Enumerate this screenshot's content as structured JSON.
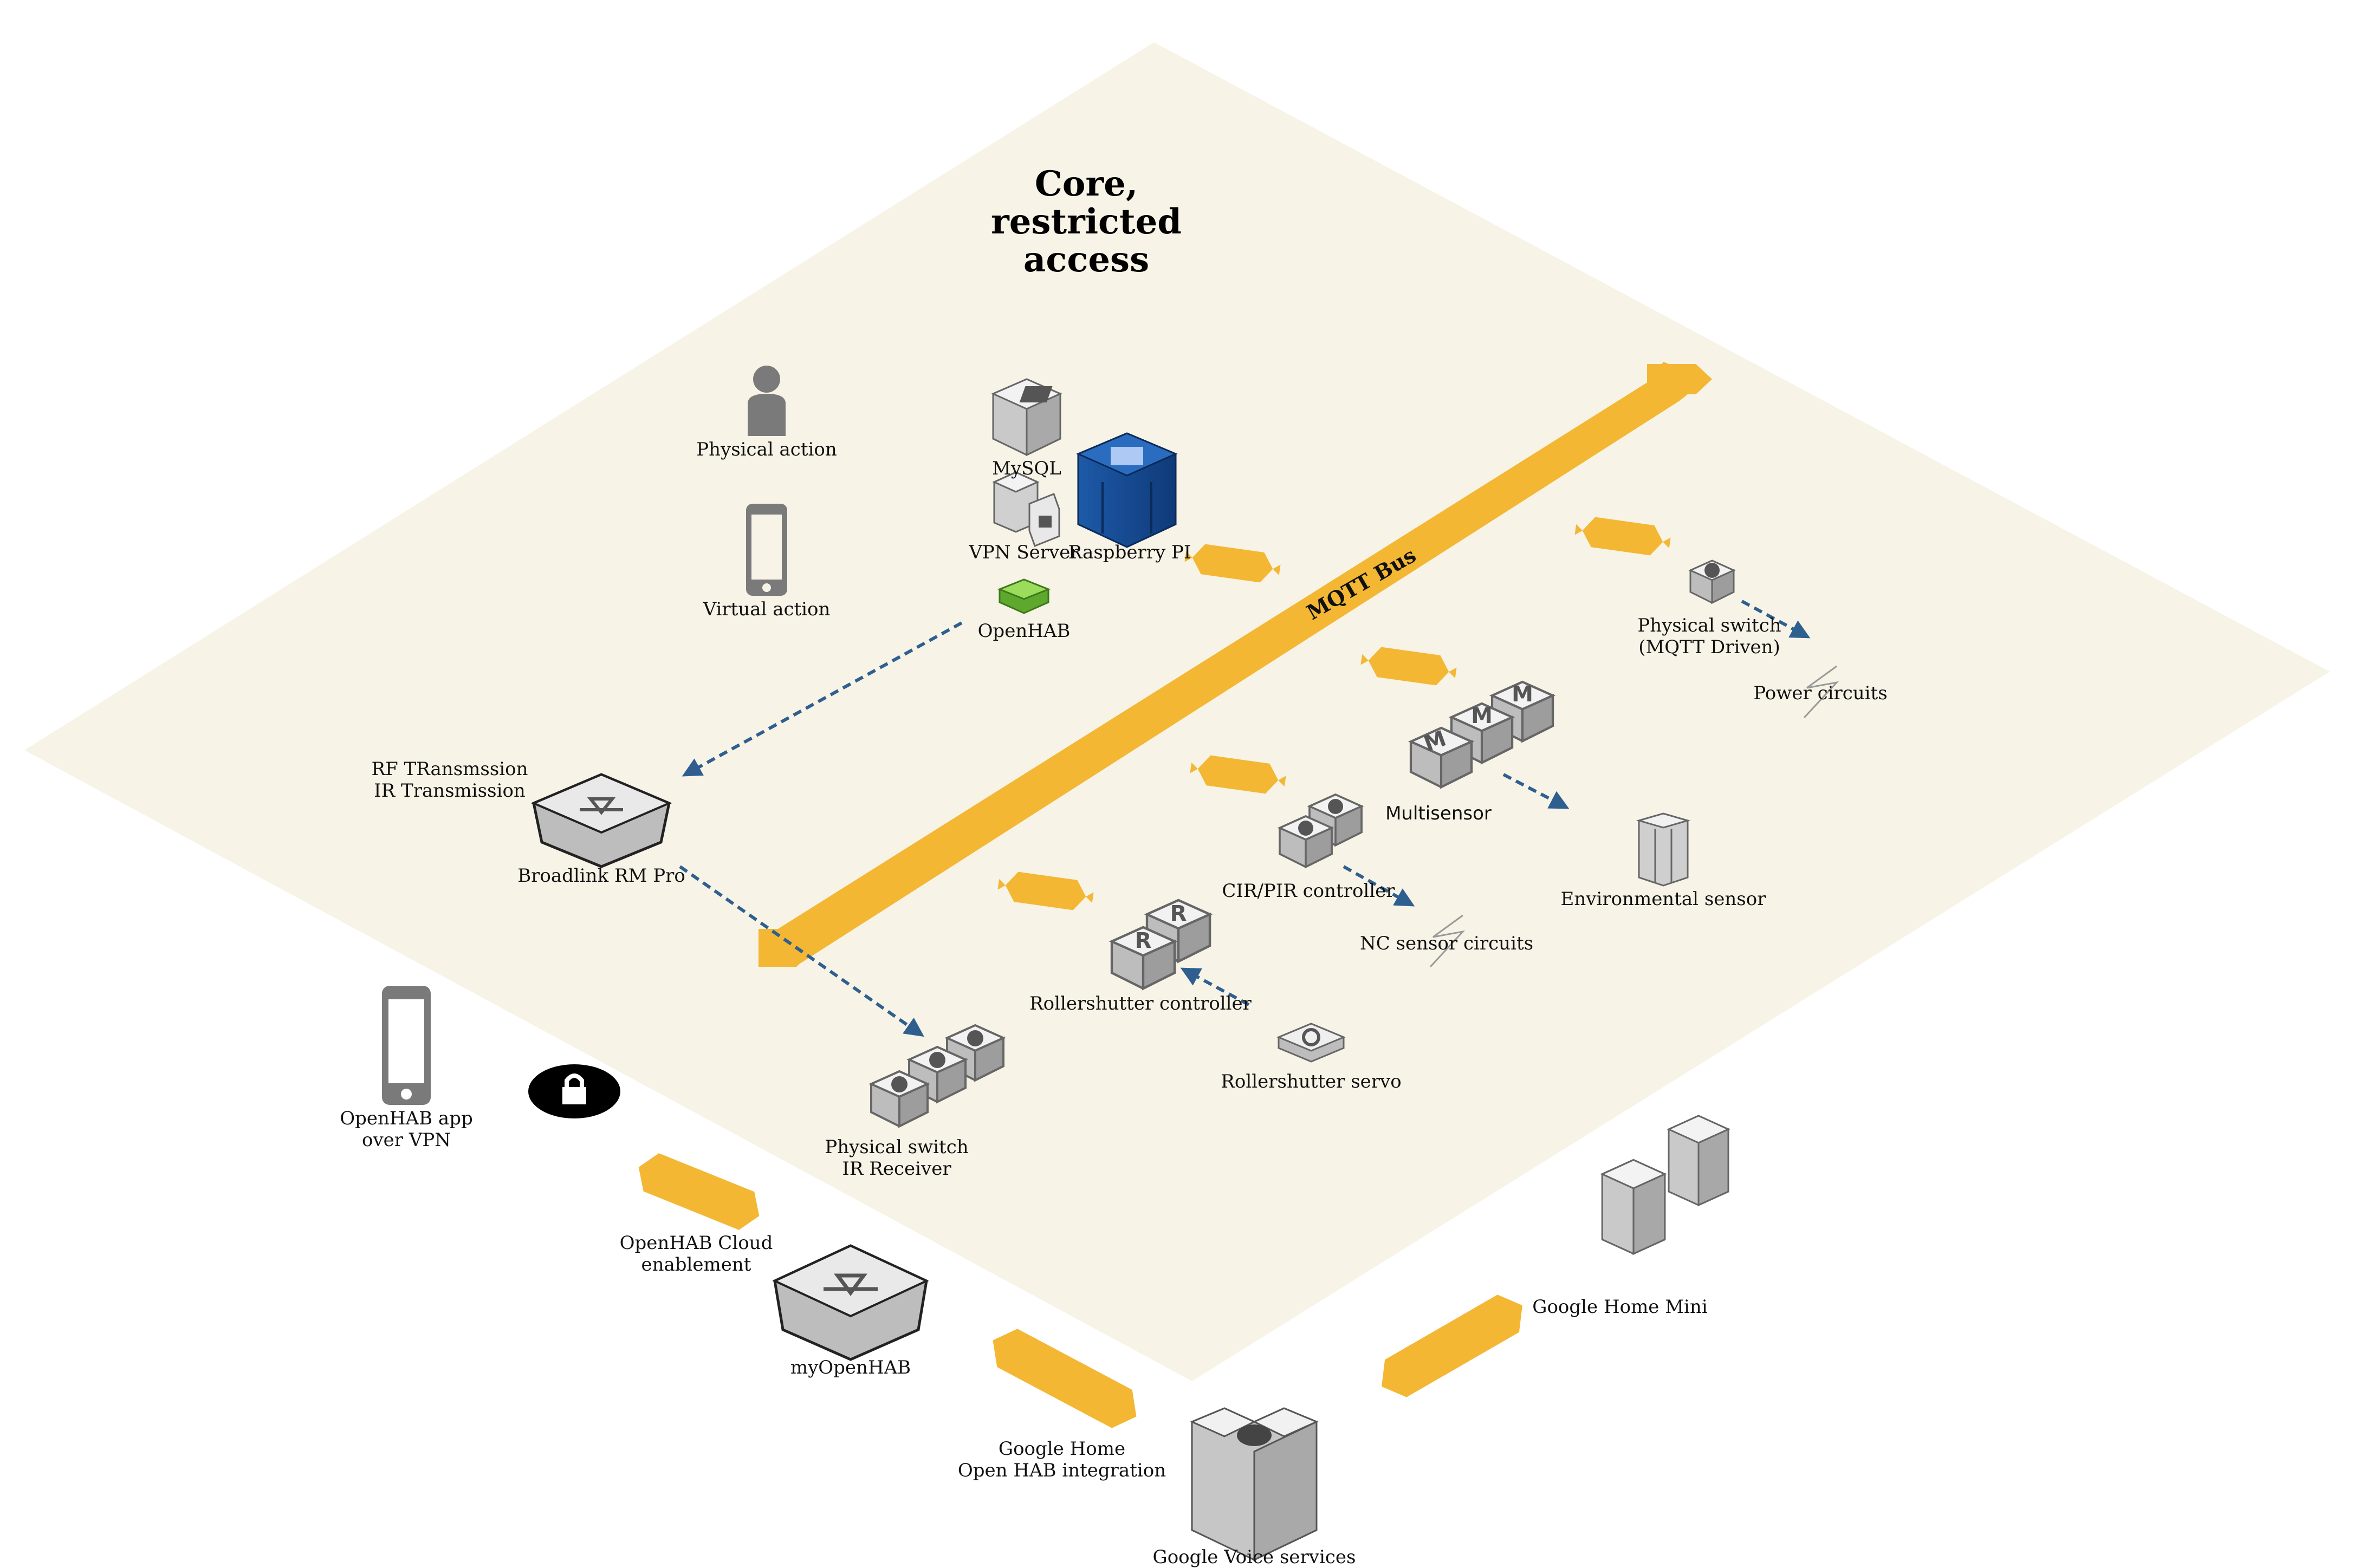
{
  "diagram": {
    "title_line1": "Core,",
    "title_line2": "restricted",
    "title_line3": "access",
    "bus_label": "MQTT Bus",
    "nodes": {
      "physical_action": "Physical action",
      "virtual_action": "Virtual action",
      "mysql": "MySQL",
      "vpn_server": "VPN Server",
      "raspberry_pi": "Raspberry PI",
      "openhab": "OpenHAB",
      "rf_line1": "RF TRansmssion",
      "rf_line2": "IR Transmission",
      "broadlink": "Broadlink RM Pro",
      "physical_switch_mqtt_line1": "Physical switch",
      "physical_switch_mqtt_line2": "(MQTT Driven)",
      "power_circuits": "Power circuits",
      "multisensor": "Multisensor",
      "environmental_sensor": "Environmental sensor",
      "cir_pir": "CIR/PIR controller",
      "nc_sensor": "NC sensor circuits",
      "rollershutter_controller": "Rollershutter controller",
      "rollershutter_servo": "Rollershutter servo",
      "physical_switch_ir_line1": "Physical switch",
      "physical_switch_ir_line2": "IR Receiver",
      "openhab_app_line1": "OpenHAB app",
      "openhab_app_line2": "over VPN",
      "cloud_line1": "OpenHAB Cloud",
      "cloud_line2": "enablement",
      "myopenhab": "myOpenHAB",
      "gh_integration_line1": "Google Home",
      "gh_integration_line2": "Open HAB integration",
      "google_home_mini": "Google Home Mini",
      "google_voice": "Google Voice services"
    },
    "icons": {
      "person": "person-icon",
      "phone": "phone-icon",
      "database": "database-server-icon",
      "lock": "lock-icon",
      "server": "server-rack-icon",
      "hub": "hub-icon",
      "switch": "switch-icon",
      "cloud": "cloud-service-icon"
    },
    "colors": {
      "zone": "#f7f3e6",
      "bus": "#f3b733",
      "arrow": "#2f5f8f",
      "raspberry": "#1a4f9a",
      "openhab": "#7dc242",
      "device": "#e4e4e4",
      "device_dark": "#7a7a7a"
    }
  }
}
